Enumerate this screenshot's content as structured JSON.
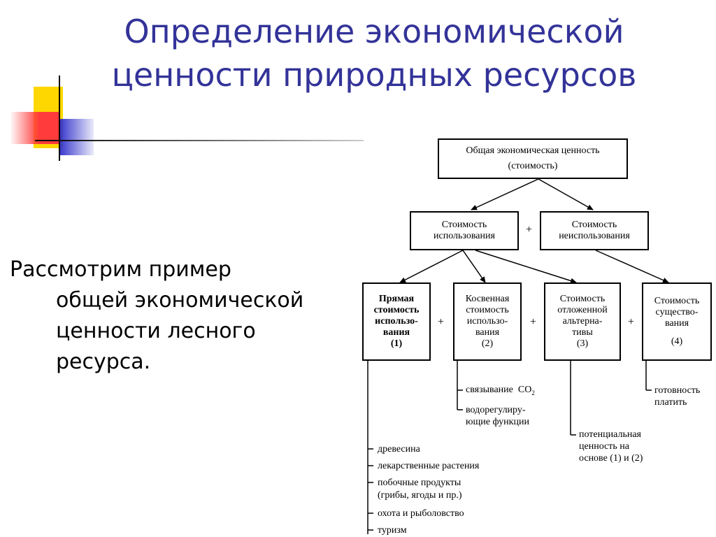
{
  "slide": {
    "title_line1": "Определение экономической",
    "title_line2": "ценности природных ресурсов",
    "body_line1": "Рассмотрим пример",
    "body_line2": "общей экономической",
    "body_line3": "ценности лесного",
    "body_line4": "ресурса.",
    "accent_colors": {
      "yellow": "#ffd700",
      "red": "#ff3b3b",
      "blue": "#3333cc",
      "title": "#333399"
    }
  },
  "diagram": {
    "root": {
      "line1": "Общая экономическая ценность",
      "line2": "(стоимость)"
    },
    "use_value": {
      "line1": "Стоимость",
      "line2": "использования"
    },
    "non_use_value": {
      "line1": "Стоимость",
      "line2": "неиспользования"
    },
    "direct": {
      "line1": "Прямая",
      "line2": "стоимость",
      "line3": "использо-",
      "line4": "вания",
      "line5": "(1)"
    },
    "indirect": {
      "line1": "Косвенная",
      "line2": "стоимость",
      "line3": "использо-",
      "line4": "вания",
      "line5": "(2)"
    },
    "option": {
      "line1": "Стоимость",
      "line2": "отложенной",
      "line3": "альтерна-",
      "line4": "тивы",
      "line5": "(3)"
    },
    "existence": {
      "line1": "Стоимость",
      "line2": "существо-",
      "line3": "вания",
      "line4": "(4)"
    },
    "plus": "+",
    "direct_items": [
      "древесина",
      "лекарственные растения",
      "побочные продукты",
      "(грибы, ягоды и пр.)",
      "охота и рыболовство",
      "туризм"
    ],
    "indirect_items": {
      "binding": "связывание",
      "co2": "CO",
      "co2_sub": "2",
      "water1": "водорегулиру-",
      "water2": "ющие функции"
    },
    "option_items": [
      "потенциальная",
      "ценность на",
      "основе (1) и (2)"
    ],
    "existence_items": [
      "готовность",
      "платить"
    ]
  }
}
